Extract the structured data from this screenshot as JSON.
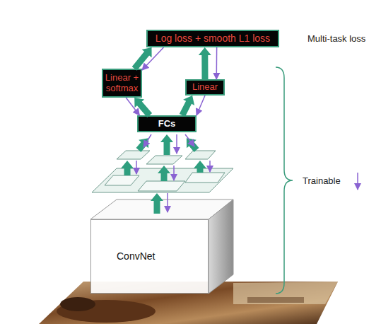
{
  "diagram": {
    "nodes": [
      {
        "text": [
          "Log loss + smooth L1 loss"
        ]
      },
      {
        "text": [
          "Linear + softmax"
        ]
      },
      {
        "text": [
          "Linear"
        ]
      },
      {
        "text": [
          "FCs"
        ]
      },
      {
        "text": [
          "ConvNet"
        ]
      }
    ],
    "edges": [
      {
        "from": 1,
        "to": 0,
        "arrow": "to"
      },
      {
        "from": 0,
        "to": 1,
        "arrow": "to"
      },
      {
        "from": 2,
        "to": 0,
        "arrow": "to"
      },
      {
        "from": 0,
        "to": 2,
        "arrow": "to"
      },
      {
        "from": 3,
        "to": 1,
        "arrow": "to"
      },
      {
        "from": 1,
        "to": 3,
        "arrow": "to"
      },
      {
        "from": 3,
        "to": 2,
        "arrow": "to"
      },
      {
        "from": 2,
        "to": 3,
        "arrow": "to"
      }
    ],
    "labels": [
      "Multi-task loss",
      "Trainable"
    ]
  }
}
